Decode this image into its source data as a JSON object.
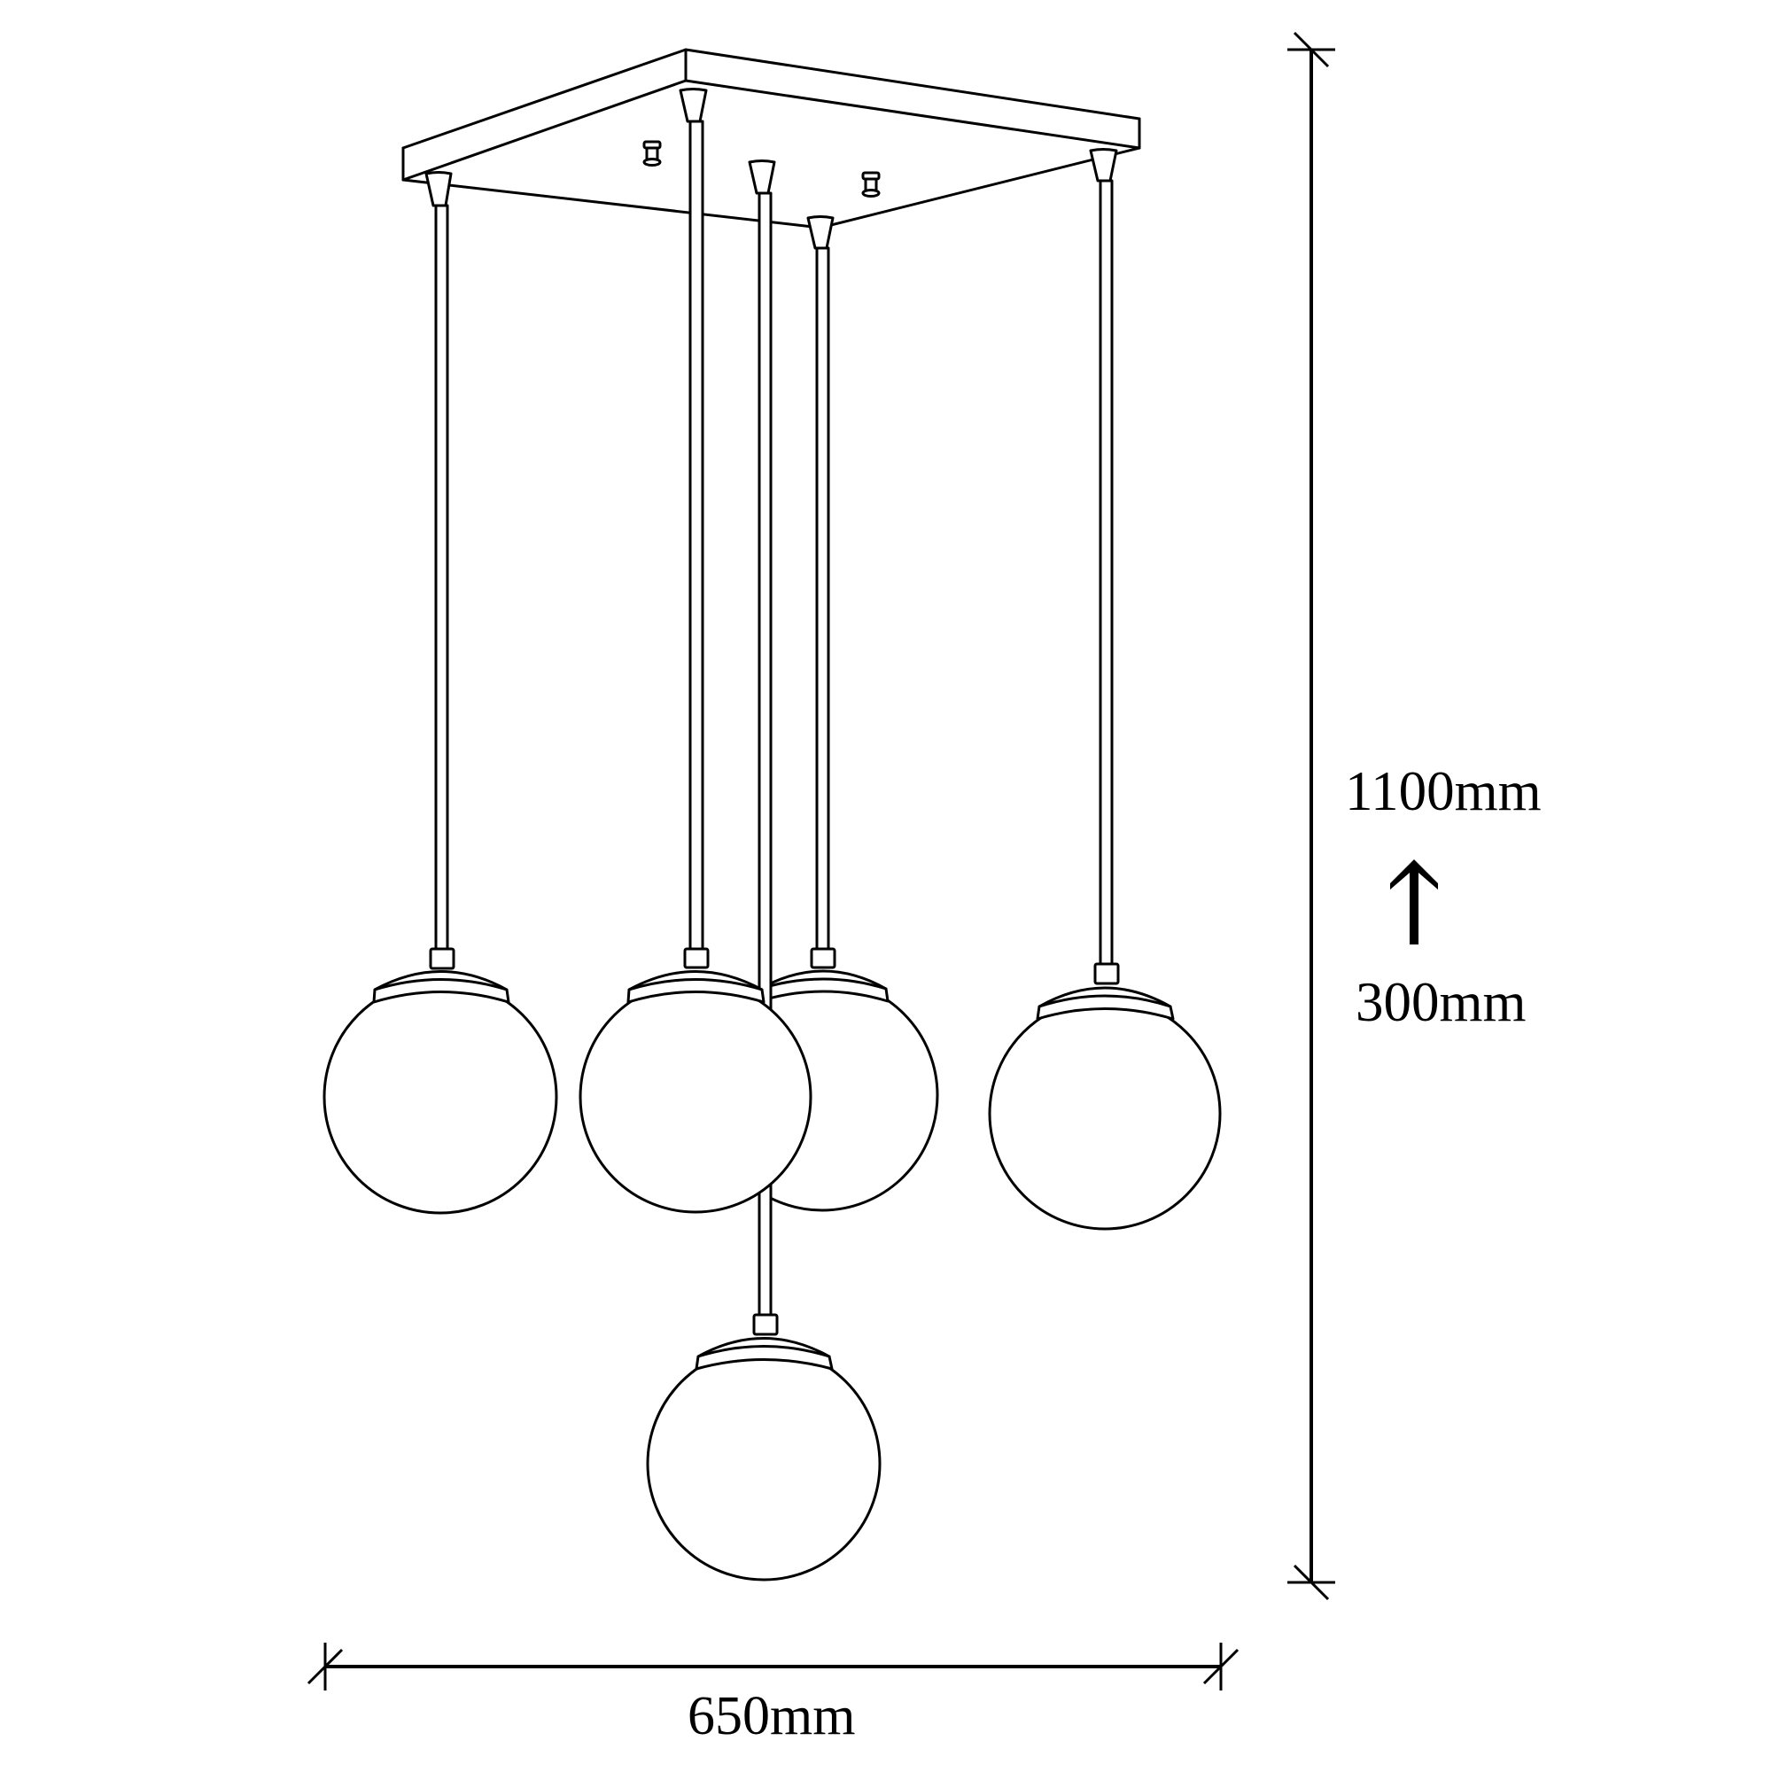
{
  "diagram": {
    "type": "technical product dimension drawing",
    "subject": "5-globe pendant lamp with square ceiling canopy",
    "colors": {
      "line": "#000000",
      "background": "#ffffff"
    },
    "canopy": {
      "shape": "square plate (isometric view)",
      "mounting_screws": 2,
      "stem_caps": 5
    },
    "pendants": [
      {
        "id": 1,
        "position": "left",
        "globe": "sphere"
      },
      {
        "id": 2,
        "position": "center-front",
        "globe": "sphere"
      },
      {
        "id": 3,
        "position": "bottom (longest cord)",
        "globe": "sphere"
      },
      {
        "id": 4,
        "position": "center-back",
        "globe": "sphere"
      },
      {
        "id": 5,
        "position": "right",
        "globe": "sphere"
      }
    ]
  },
  "dimensions": {
    "height_max": "1100mm",
    "height_min": "300mm",
    "height_adjust_icon": "up-arrow-icon",
    "width": "650mm"
  }
}
